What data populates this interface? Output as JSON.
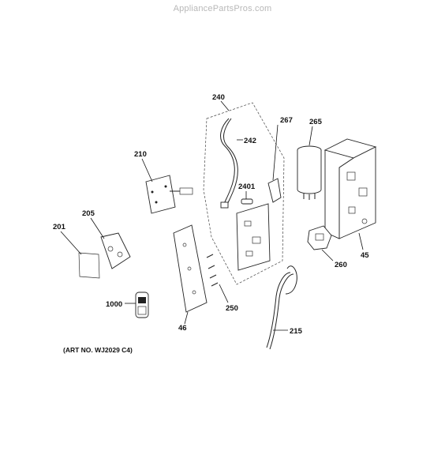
{
  "watermark": "AppliancePartsPros.com",
  "art_number": "(ART NO. WJ2029 C4)",
  "callouts": {
    "c240": "240",
    "c242": "242",
    "c267": "267",
    "c265": "265",
    "c210": "210",
    "c2401": "2401",
    "c205": "205",
    "c201": "201",
    "c45": "45",
    "c260": "260",
    "c1000": "1000",
    "c250": "250",
    "c46": "46",
    "c215": "215"
  }
}
